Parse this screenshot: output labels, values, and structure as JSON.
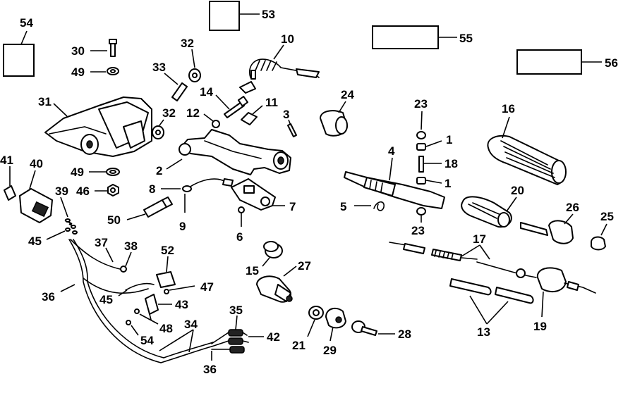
{
  "callouts": [
    {
      "id": "c54a",
      "text": "54"
    },
    {
      "id": "c53",
      "text": "53"
    },
    {
      "id": "c55",
      "text": "55"
    },
    {
      "id": "c56",
      "text": "56"
    },
    {
      "id": "c30",
      "text": "30"
    },
    {
      "id": "c49a",
      "text": "49"
    },
    {
      "id": "c32a",
      "text": "32"
    },
    {
      "id": "c10",
      "text": "10"
    },
    {
      "id": "c33",
      "text": "33"
    },
    {
      "id": "c14",
      "text": "14"
    },
    {
      "id": "c31",
      "text": "31"
    },
    {
      "id": "c12",
      "text": "12"
    },
    {
      "id": "c32b",
      "text": "32"
    },
    {
      "id": "c11",
      "text": "11"
    },
    {
      "id": "c3",
      "text": "3"
    },
    {
      "id": "c24",
      "text": "24"
    },
    {
      "id": "c23a",
      "text": "23"
    },
    {
      "id": "c16",
      "text": "16"
    },
    {
      "id": "c1a",
      "text": "1"
    },
    {
      "id": "c18",
      "text": "18"
    },
    {
      "id": "c1b",
      "text": "1"
    },
    {
      "id": "c4",
      "text": "4"
    },
    {
      "id": "c41",
      "text": "41"
    },
    {
      "id": "c40",
      "text": "40"
    },
    {
      "id": "c49b",
      "text": "49"
    },
    {
      "id": "c2",
      "text": "2"
    },
    {
      "id": "c8",
      "text": "8"
    },
    {
      "id": "c46",
      "text": "46"
    },
    {
      "id": "c39",
      "text": "39"
    },
    {
      "id": "c7",
      "text": "7"
    },
    {
      "id": "c20",
      "text": "20"
    },
    {
      "id": "c5",
      "text": "5"
    },
    {
      "id": "c26",
      "text": "26"
    },
    {
      "id": "c25",
      "text": "25"
    },
    {
      "id": "c50",
      "text": "50"
    },
    {
      "id": "c9",
      "text": "9"
    },
    {
      "id": "c23b",
      "text": "23"
    },
    {
      "id": "c6",
      "text": "6"
    },
    {
      "id": "c45a",
      "text": "45"
    },
    {
      "id": "c37",
      "text": "37"
    },
    {
      "id": "c38",
      "text": "38"
    },
    {
      "id": "c52",
      "text": "52"
    },
    {
      "id": "c17",
      "text": "17"
    },
    {
      "id": "c15",
      "text": "15"
    },
    {
      "id": "c27",
      "text": "27"
    },
    {
      "id": "c36a",
      "text": "36"
    },
    {
      "id": "c45b",
      "text": "45"
    },
    {
      "id": "c47",
      "text": "47"
    },
    {
      "id": "c43",
      "text": "43"
    },
    {
      "id": "c35",
      "text": "35"
    },
    {
      "id": "c48",
      "text": "48"
    },
    {
      "id": "c34",
      "text": "34"
    },
    {
      "id": "c42",
      "text": "42"
    },
    {
      "id": "c54b",
      "text": "54"
    },
    {
      "id": "c21",
      "text": "21"
    },
    {
      "id": "c29",
      "text": "29"
    },
    {
      "id": "c28",
      "text": "28"
    },
    {
      "id": "c13",
      "text": "13"
    },
    {
      "id": "c19",
      "text": "19"
    },
    {
      "id": "c36b",
      "text": "36"
    }
  ]
}
